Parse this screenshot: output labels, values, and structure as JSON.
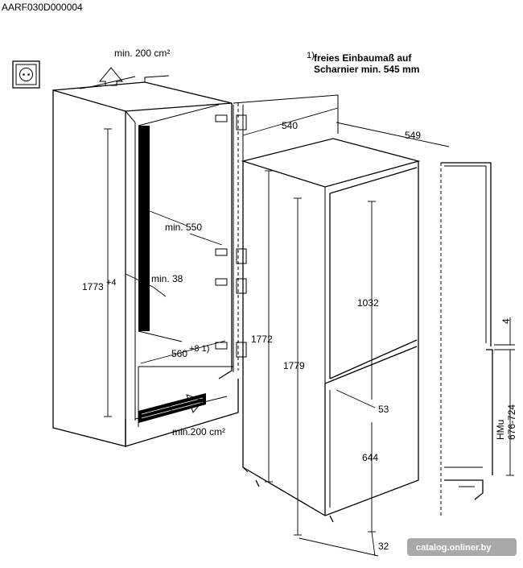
{
  "header": {
    "code": "AARF030D000004"
  },
  "note": {
    "superscript": "1)",
    "line1": "freies Einbaumaß auf",
    "line2": "Scharnier min. 545 mm"
  },
  "dimensions": {
    "vent_top": "min. 200 cm²",
    "vent_bottom": "min.200 cm²",
    "niche_depth": "min. 550",
    "min_gap": "min. 38",
    "niche_height": "1773",
    "niche_height_tol": "+4",
    "niche_width": "560",
    "niche_width_tol": "+8 1)",
    "width_540": "540",
    "depth_549": "549",
    "height_1772": "1772",
    "height_1779": "1779",
    "fridge_door": "1032",
    "gap_53": "53",
    "freezer_door": "644",
    "bottom_32": "32",
    "side_4": "4",
    "hmu_label": "HMu",
    "hmu_range": "676-724"
  },
  "watermark": {
    "text": "catalog.onliner.by"
  },
  "icons": {
    "socket": "wall-socket-icon"
  }
}
